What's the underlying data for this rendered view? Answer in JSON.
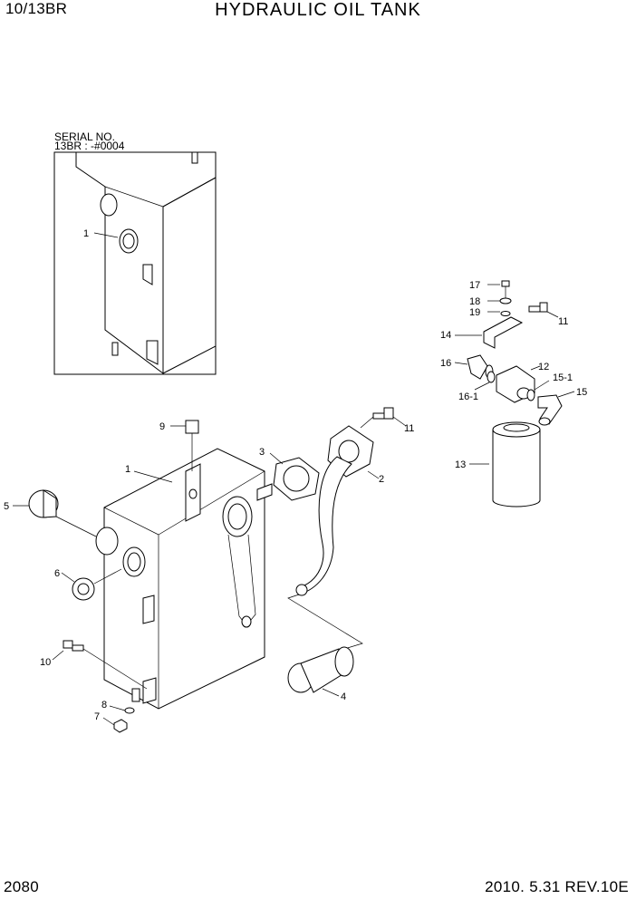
{
  "header": {
    "model": "10/13BR",
    "title": "HYDRAULIC OIL TANK"
  },
  "footer": {
    "page": "2080",
    "date_rev": "2010. 5.31  REV.10E"
  },
  "inset": {
    "serial_line1": "SERIAL NO.",
    "serial_line2": "13BR : -#0004",
    "callout": "1"
  },
  "callouts": {
    "c1": "1",
    "c2": "2",
    "c3": "3",
    "c4": "4",
    "c5": "5",
    "c6": "6",
    "c7": "7",
    "c8": "8",
    "c9": "9",
    "c10": "10",
    "c11a": "11",
    "c11b": "11",
    "c12": "12",
    "c13": "13",
    "c14": "14",
    "c15": "15",
    "c15_1": "15-1",
    "c16": "16",
    "c16_1": "16-1",
    "c17": "17",
    "c18": "18",
    "c19": "19"
  }
}
